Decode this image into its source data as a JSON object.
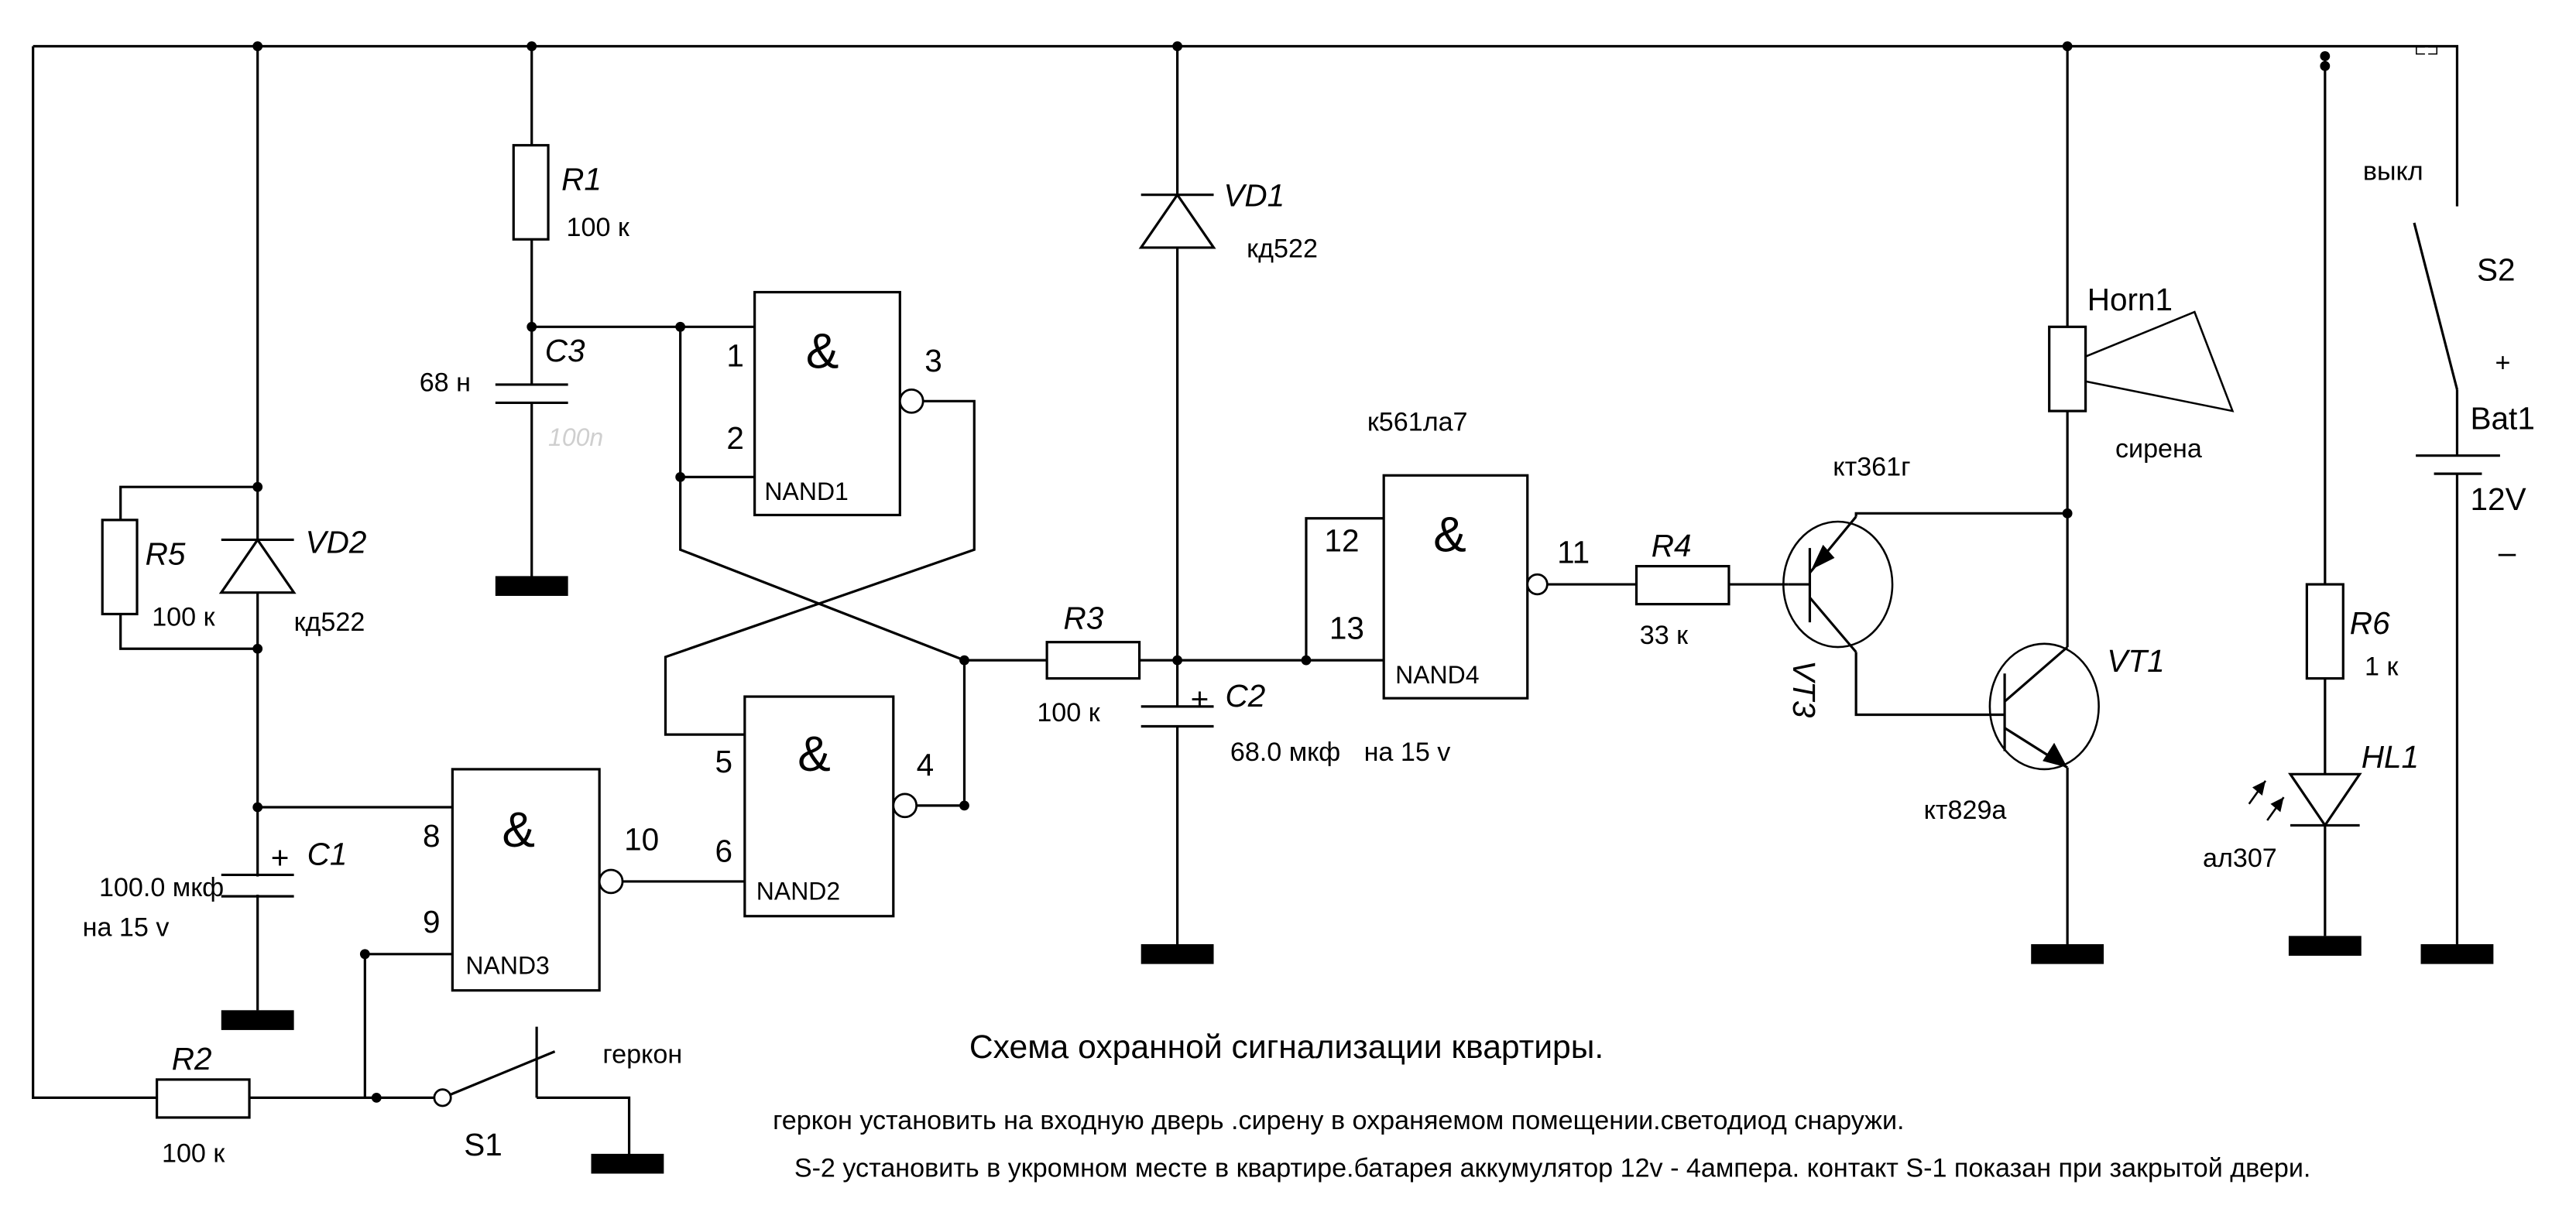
{
  "title": "Схема охранной сигнализации квартиры.",
  "notes": [
    "геркон установить на входную дверь .сирену в охраняемом помещении.светодиод снаружи.",
    "S-2 установить в укромном месте в квартире.батарея аккумулятор 12v - 4ампера. контакт S-1 показан при закрытой двери."
  ],
  "ic_part": "к561ла7",
  "gates": [
    {
      "name": "NAND1",
      "symbol": "&",
      "inputs": [
        "1",
        "2"
      ],
      "output": "3"
    },
    {
      "name": "NAND2",
      "symbol": "&",
      "inputs": [
        "5",
        "6"
      ],
      "output": "4"
    },
    {
      "name": "NAND3",
      "symbol": "&",
      "inputs": [
        "8",
        "9"
      ],
      "output": "10"
    },
    {
      "name": "NAND4",
      "symbol": "&",
      "inputs": [
        "12",
        "13"
      ],
      "output": "11"
    }
  ],
  "resistors": {
    "R1": {
      "ref": "R1",
      "value": "100 к"
    },
    "R2": {
      "ref": "R2",
      "value": "100 к"
    },
    "R3": {
      "ref": "R3",
      "value": "100 к"
    },
    "R4": {
      "ref": "R4",
      "value": "33 к"
    },
    "R5": {
      "ref": "R5",
      "value": "100 к"
    },
    "R6": {
      "ref": "R6",
      "value": "1 к"
    }
  },
  "capacitors": {
    "C1": {
      "ref": "C1",
      "value": "100.0 мкф",
      "rating": "на 15 v",
      "polarity": "+"
    },
    "C2": {
      "ref": "C2",
      "value": "68.0 мкф",
      "rating": "на 15 v",
      "polarity": "+"
    },
    "C3": {
      "ref": "C3",
      "value": "68 н",
      "ghost_value": "100n"
    }
  },
  "diodes": {
    "VD1": {
      "ref": "VD1",
      "part": "кд522"
    },
    "VD2": {
      "ref": "VD2",
      "part": "кд522"
    },
    "HL1": {
      "ref": "HL1",
      "part": "ал307"
    }
  },
  "transistors": {
    "VT3": {
      "ref": "VT3",
      "part": "кт361г"
    },
    "VT1": {
      "ref": "VT1",
      "part": "кт829а"
    }
  },
  "horn": {
    "ref": "Horn1",
    "label": "сирена"
  },
  "switches": {
    "S1": {
      "ref": "S1",
      "label": "геркон"
    },
    "S2": {
      "ref": "S2",
      "label": "выкл"
    }
  },
  "battery": {
    "ref": "Bat1",
    "voltage": "12V",
    "plus": "+",
    "minus": "–"
  }
}
